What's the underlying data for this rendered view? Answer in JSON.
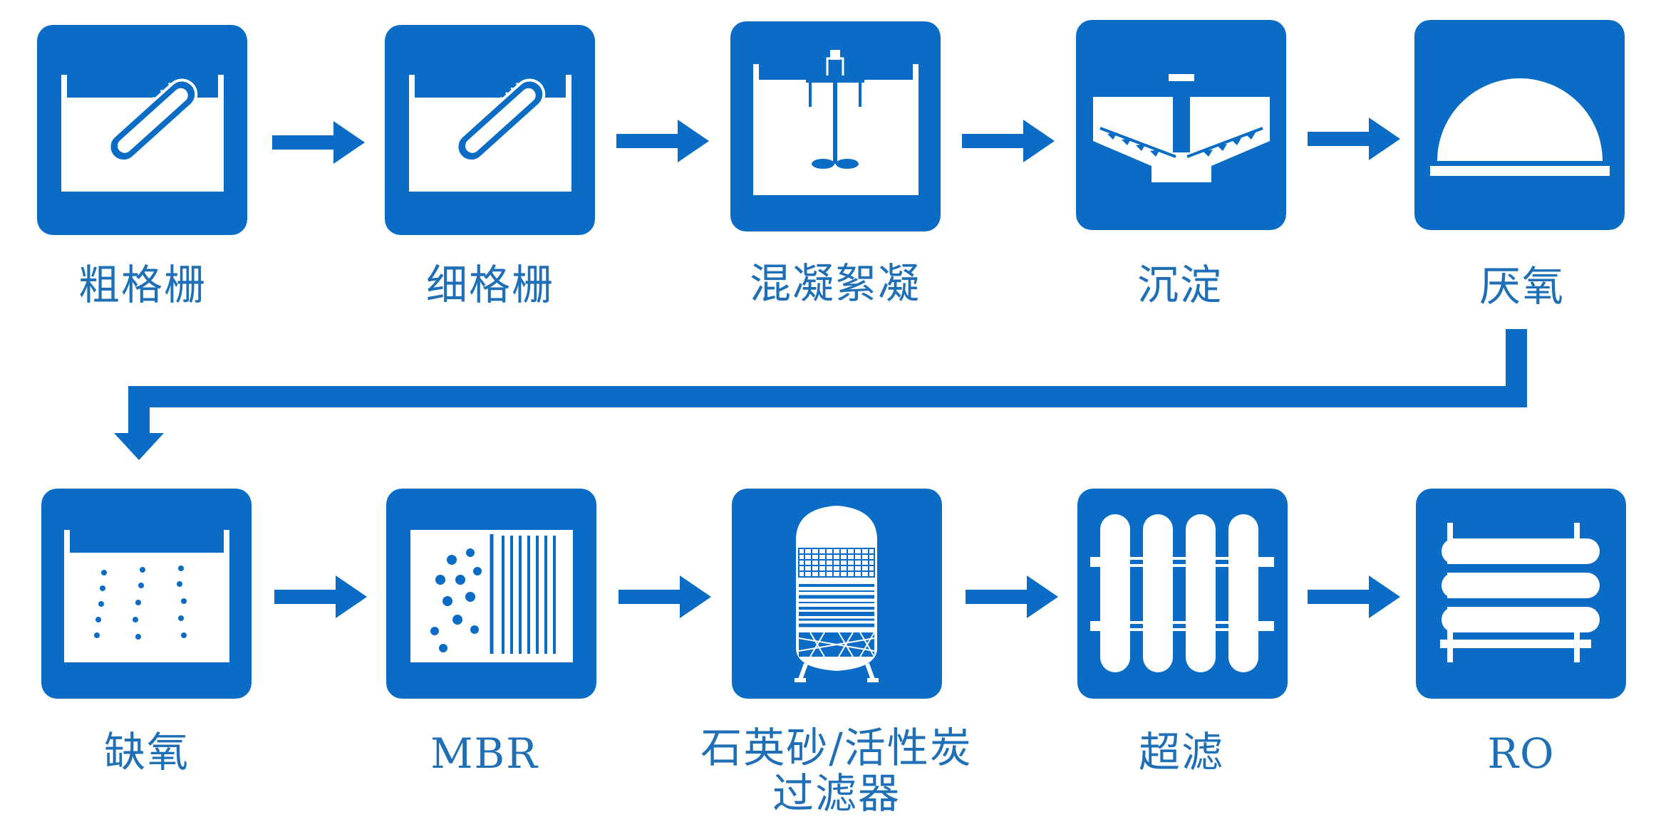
{
  "theme": {
    "accent": "#0a6cc4",
    "text_color": "#1f6fb7",
    "background": "#ffffff"
  },
  "steps": [
    {
      "label": "粗格栅",
      "icon": "coarse-screen-icon"
    },
    {
      "label": "细格栅",
      "icon": "fine-screen-icon"
    },
    {
      "label": "混凝絮凝",
      "icon": "coagulation-mixer-icon"
    },
    {
      "label": "沉淀",
      "icon": "sedimentation-tank-icon"
    },
    {
      "label": "厌氧",
      "icon": "anaerobic-dome-icon"
    },
    {
      "label": "缺氧",
      "icon": "anoxic-tank-icon"
    },
    {
      "label": "MBR",
      "icon": "mbr-membrane-icon"
    },
    {
      "label": "石英砂/活性炭",
      "label_line2": "过滤器",
      "icon": "sand-carbon-filter-icon"
    },
    {
      "label": "超滤",
      "icon": "ultrafiltration-icon"
    },
    {
      "label": "RO",
      "icon": "reverse-osmosis-icon"
    }
  ]
}
